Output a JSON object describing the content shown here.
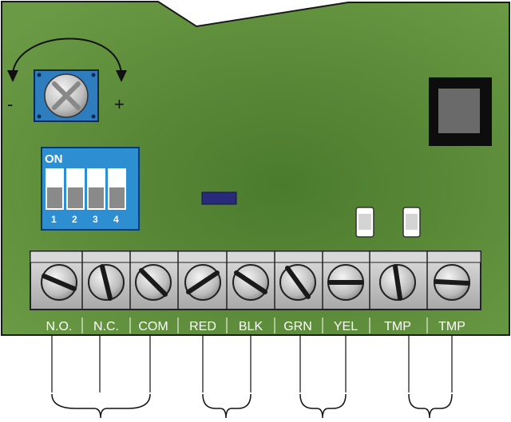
{
  "pot": {
    "minus": "-",
    "plus": "+"
  },
  "dip": {
    "on_label": "ON",
    "switches": [
      "1",
      "2",
      "3",
      "4"
    ]
  },
  "terminals": [
    "N.O.",
    "N.C.",
    "COM",
    "RED",
    "BLK",
    "GRN",
    "YEL",
    "TMP",
    "TMP"
  ],
  "colors": {
    "board": "#5a8a3a",
    "dip_body": "#2d8fd2",
    "pot_body": "#2e7dbf",
    "terminal_block": "#bdbdbd",
    "led": "#2a2a7a"
  }
}
